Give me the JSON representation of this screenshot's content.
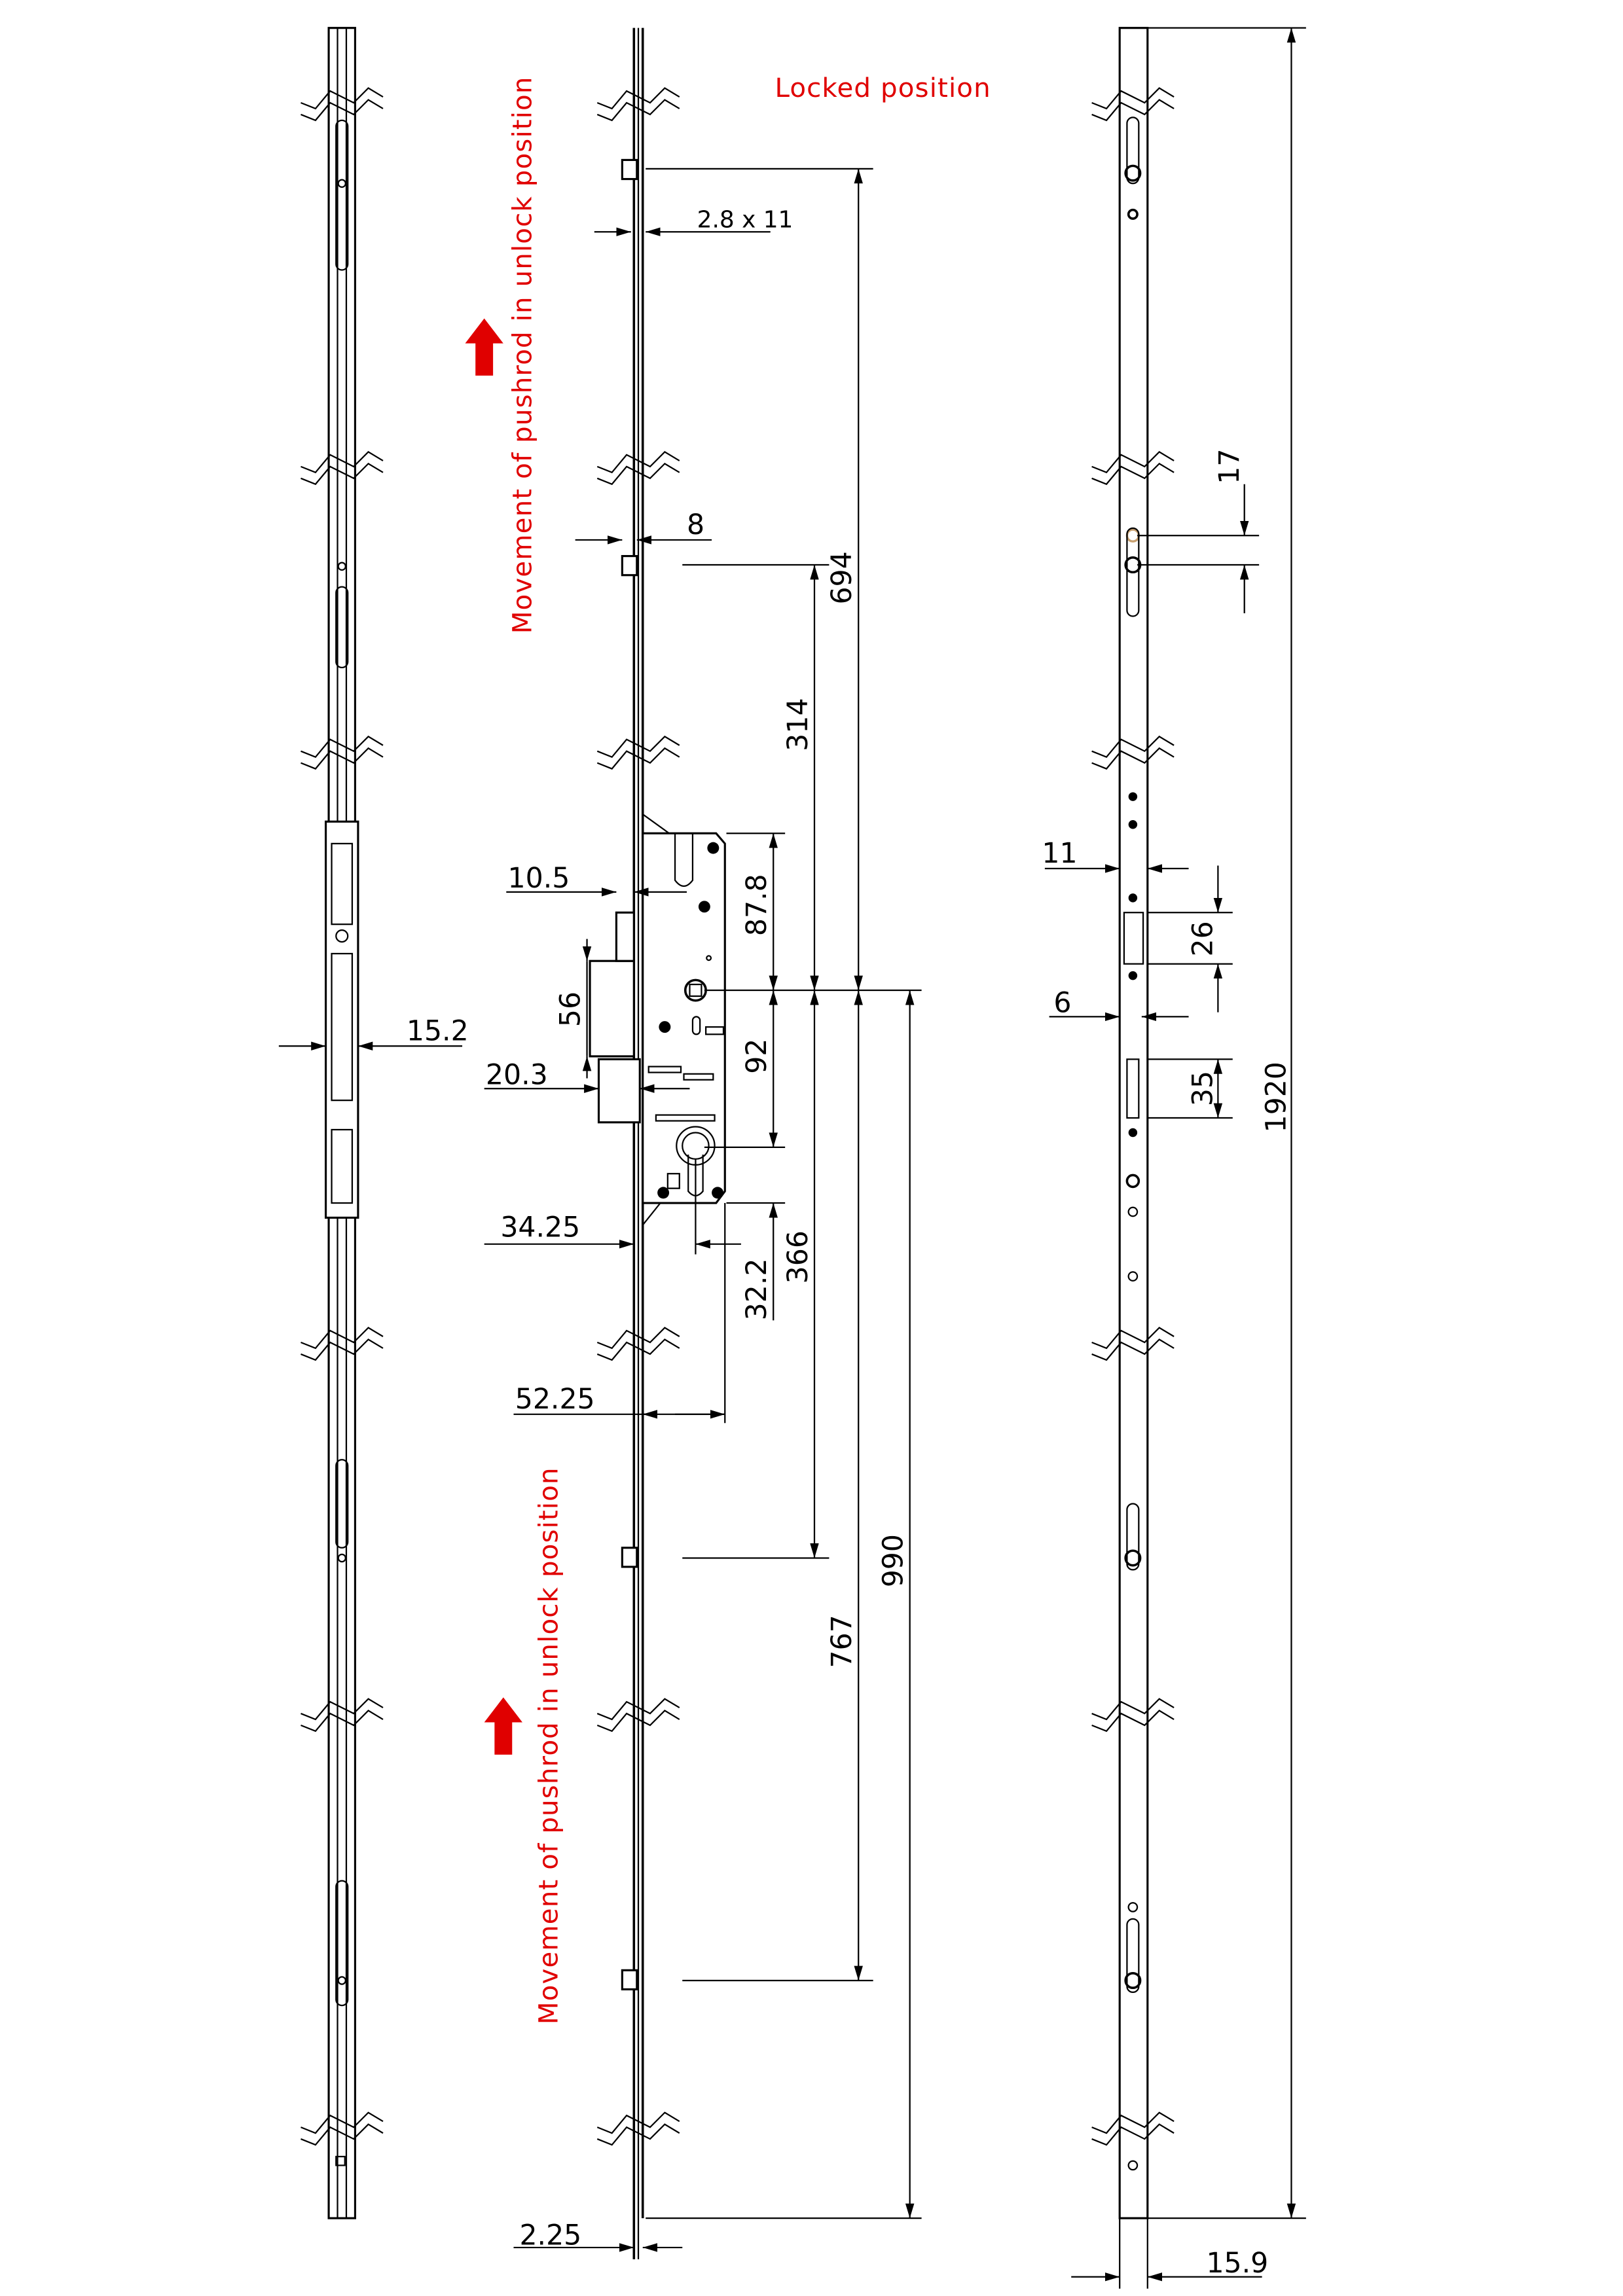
{
  "title": "Locked position",
  "annotations": {
    "movement_top": "Movement of pushrod in unlock position",
    "movement_bottom": "Movement of pushrod in unlock position"
  },
  "dimensions": {
    "bolt_section": "2.8 x 11",
    "bolt_width": "8",
    "d694": "694",
    "d314": "314",
    "d87_8": "87.8",
    "d92": "92",
    "d32_2": "32.2",
    "d366": "366",
    "d767": "767",
    "d990": "990",
    "d10_5": "10.5",
    "d56": "56",
    "d15_2": "15.2",
    "d20_3": "20.3",
    "d34_25": "34.25",
    "d52_25": "52.25",
    "d2_25": "2.25",
    "d17": "17",
    "d11": "11",
    "d26": "26",
    "d6": "6",
    "d35": "35",
    "d1920": "1920",
    "d15_9": "15.9"
  },
  "colors": {
    "annotation": "#e00000",
    "line": "#000000"
  }
}
